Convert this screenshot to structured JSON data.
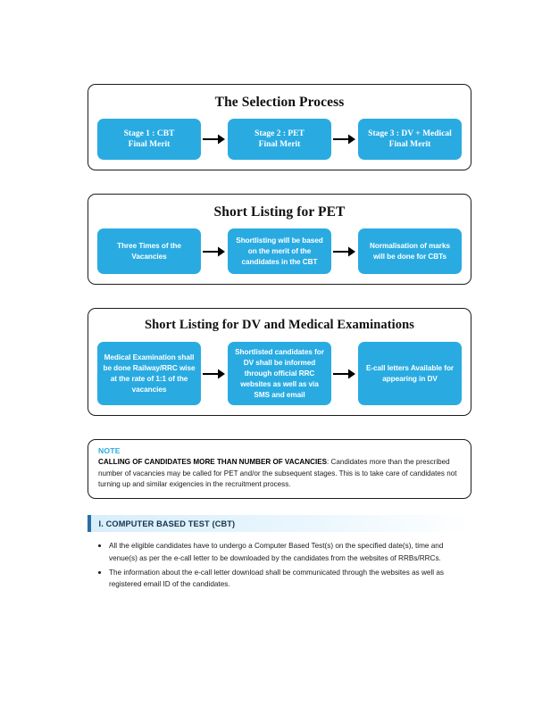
{
  "sections": [
    {
      "id": "selection-process",
      "title": "The Selection Process",
      "boxes": [
        {
          "line1": "Stage 1 : CBT",
          "line2": "Final Merit"
        },
        {
          "line1": "Stage 2 : PET",
          "line2": "Final Merit"
        },
        {
          "line1": "Stage 3 : DV + Medical",
          "line2": "Final Merit"
        }
      ]
    },
    {
      "id": "short-listing-pet",
      "title": "Short Listing for PET",
      "boxes": [
        {
          "text": "Three Times of the Vacancies"
        },
        {
          "text": "Shortlisting will be based on the merit of the candidates in the CBT"
        },
        {
          "text": "Normalisation of marks will be done for CBTs"
        }
      ]
    },
    {
      "id": "short-listing-dv-medical",
      "title": "Short Listing for DV and Medical Examinations",
      "boxes": [
        {
          "text": "Medical Examination shall be done Railway/RRC wise at the rate of 1:1 of the vacancies"
        },
        {
          "text": "Shortlisted candidates for DV shall be informed through official RRC websites as well as via SMS and email"
        },
        {
          "text": "E-call letters Available for appearing in DV"
        }
      ]
    }
  ],
  "note": {
    "label": "NOTE",
    "heading": "CALLING OF CANDIDATES MORE THAN NUMBER OF VACANCIES",
    "body": ": Candidates more than the prescribed number of vacancies may be called for PET and/or the subsequent stages. This is to take care of candidates not turning up and similar exigencies in the recruitment process."
  },
  "cbt": {
    "heading": "I. COMPUTER BASED TEST (CBT)",
    "bullets": [
      "All the eligible candidates have to undergo a Computer Based Test(s) on the specified date(s), time and venue(s) as per the e-call letter to be downloaded by the candidates from the websites of RRBs/RRCs.",
      "The information about the e-call letter download shall be communicated through the websites as well as registered email ID of the candidates."
    ]
  },
  "colors": {
    "box_blue": "#29abe2",
    "note_label": "#29abe2",
    "cbt_bar": "#2a6ea8",
    "text_dark": "#1a1a1a"
  }
}
